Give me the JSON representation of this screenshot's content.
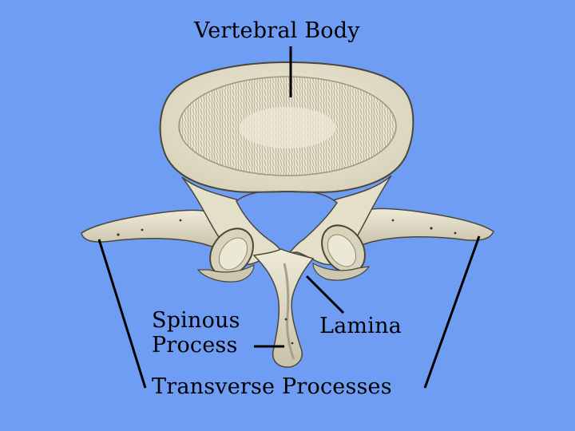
{
  "diagram": {
    "labels": {
      "vertebral_body": "Vertebral Body",
      "spinous_process_line1": "Spinous",
      "spinous_process_line2": "Process",
      "lamina": "Lamina",
      "transverse_processes": "Transverse Processes"
    },
    "colors": {
      "background": "#6f9df3",
      "bone": "#e9e4cf",
      "bone_shadow": "#b9b29c",
      "outline": "#4a4638",
      "leader_lines": "#000000"
    }
  }
}
